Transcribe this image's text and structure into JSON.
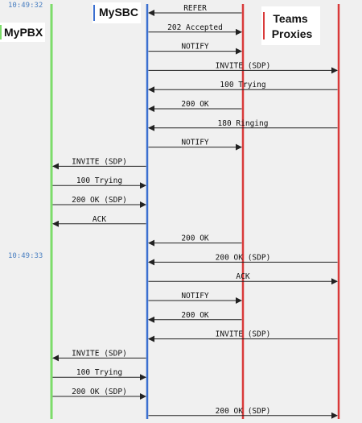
{
  "entities": [
    {
      "id": "mypbx",
      "name": "MyPBX",
      "color": "#7ddc6a"
    },
    {
      "id": "mysbc",
      "name": "MySBC",
      "color": "#3b6fd0"
    },
    {
      "id": "teams",
      "name": "Teams Proxies",
      "name_lines": [
        "Teams",
        "Proxies"
      ],
      "color": "#d93a3a"
    },
    {
      "id": "teams_edge",
      "name": "",
      "color": "#d93a3a"
    }
  ],
  "timestamps": [
    "10:49:32",
    "10:49:33"
  ],
  "messages": [
    {
      "label": "REFER",
      "from": "teams",
      "to": "mysbc"
    },
    {
      "label": "202 Accepted",
      "from": "mysbc",
      "to": "teams"
    },
    {
      "label": "NOTIFY",
      "from": "mysbc",
      "to": "teams"
    },
    {
      "label": "INVITE (SDP)",
      "from": "mysbc",
      "to": "teams_edge"
    },
    {
      "label": "100 Trying",
      "from": "teams_edge",
      "to": "mysbc"
    },
    {
      "label": "200 OK",
      "from": "teams",
      "to": "mysbc"
    },
    {
      "label": "180 Ringing",
      "from": "teams_edge",
      "to": "mysbc"
    },
    {
      "label": "NOTIFY",
      "from": "mysbc",
      "to": "teams"
    },
    {
      "label": "INVITE (SDP)",
      "from": "mysbc",
      "to": "mypbx"
    },
    {
      "label": "100 Trying",
      "from": "mypbx",
      "to": "mysbc"
    },
    {
      "label": "200 OK (SDP)",
      "from": "mypbx",
      "to": "mysbc"
    },
    {
      "label": "ACK",
      "from": "mysbc",
      "to": "mypbx"
    },
    {
      "label": "200 OK",
      "from": "teams",
      "to": "mysbc"
    },
    {
      "label": "200 OK (SDP)",
      "from": "teams_edge",
      "to": "mysbc"
    },
    {
      "label": "ACK",
      "from": "mysbc",
      "to": "teams_edge"
    },
    {
      "label": "NOTIFY",
      "from": "mysbc",
      "to": "teams"
    },
    {
      "label": "200 OK",
      "from": "teams",
      "to": "mysbc"
    },
    {
      "label": "INVITE (SDP)",
      "from": "teams_edge",
      "to": "mysbc"
    },
    {
      "label": "INVITE (SDP)",
      "from": "mysbc",
      "to": "mypbx"
    },
    {
      "label": "100 Trying",
      "from": "mypbx",
      "to": "mysbc"
    },
    {
      "label": "200 OK (SDP)",
      "from": "mypbx",
      "to": "mysbc"
    },
    {
      "label": "200 OK (SDP)",
      "from": "mysbc",
      "to": "teams_edge"
    }
  ]
}
